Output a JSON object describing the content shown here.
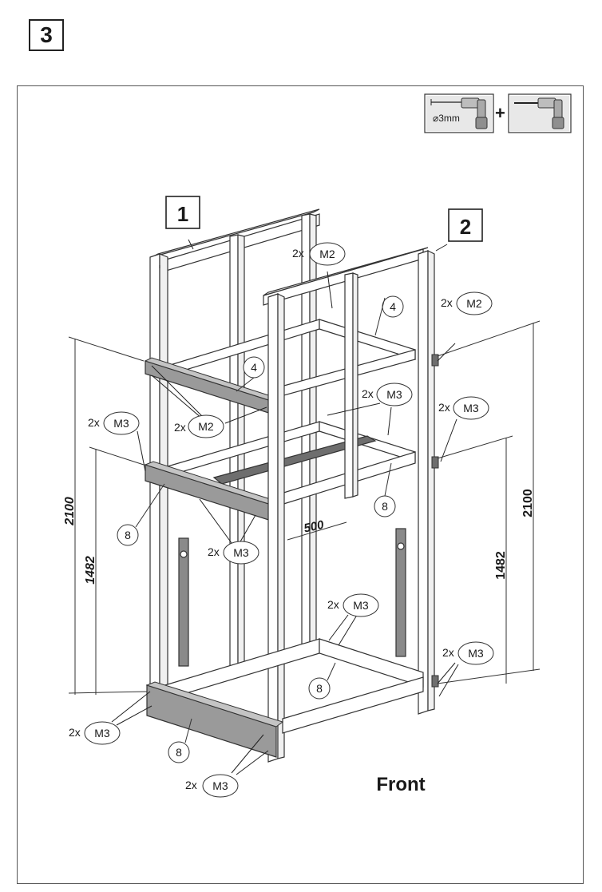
{
  "step_number": "3",
  "tool_box": {
    "drill_bit_label": "⌀3mm",
    "plus_sign": "+"
  },
  "panel_numbers": {
    "panel_1": "1",
    "panel_2": "2"
  },
  "part_numbers": {
    "four": "4",
    "eight": "8"
  },
  "hardware": {
    "qty": "2x",
    "m2": "M2",
    "m3": "M3"
  },
  "dimensions": {
    "height_total": "2100",
    "height_lower": "1482",
    "width": "500"
  },
  "orientation_label": "Front",
  "colors": {
    "line": "#333333",
    "beam_gray": "#9a9a9a",
    "beam_dark": "#6e6e6e",
    "wood": "#ffffff"
  }
}
